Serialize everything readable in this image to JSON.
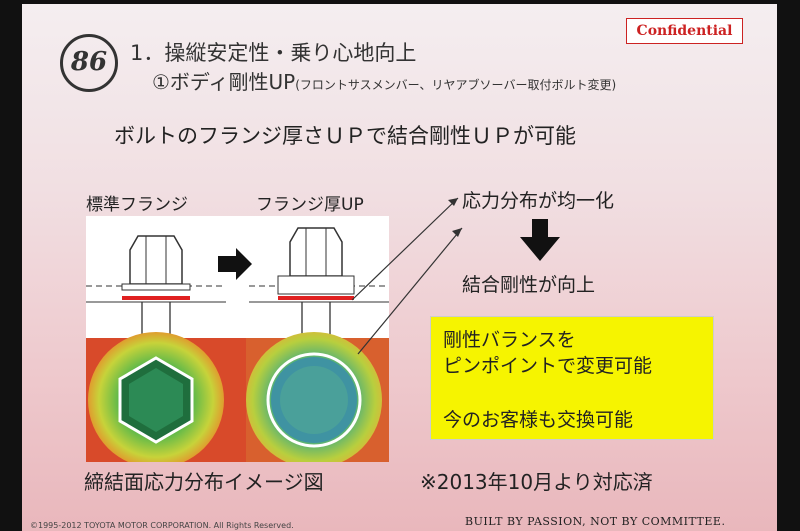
{
  "header": {
    "confidential": "Confidential",
    "title_line1": "1．操縦安定性・乗り心地向上",
    "title_line2_main": "①ボディ剛性UP",
    "title_line2_note": "(フロントサスメンバー、リヤアブソーバー取付ボルト変更)"
  },
  "headline": "ボルトのフランジ厚さＵＰで結合剛性ＵＰが可能",
  "diagram": {
    "label_standard": "標準フランジ",
    "label_thick": "フランジ厚UP",
    "caption": "締結面応力分布イメージ図"
  },
  "effects": {
    "stress": "応力分布が均一化",
    "rigidity": "結合剛性が向上"
  },
  "highlight": {
    "line1": "剛性バランスを",
    "line2": "ピンポイントで変更可能",
    "line3": "今のお客様も交換可能"
  },
  "availability": "※2013年10月より対応済",
  "footer": {
    "copyright": "©1995-2012 TOYOTA MOTOR CORPORATION. All Rights Reserved.",
    "slogan": "BUILT BY PASSION, NOT BY COMMITTEE."
  },
  "colors": {
    "highlight_bg": "#f6f400",
    "confidential": "#cc2222",
    "flange_marker": "#e02020"
  }
}
